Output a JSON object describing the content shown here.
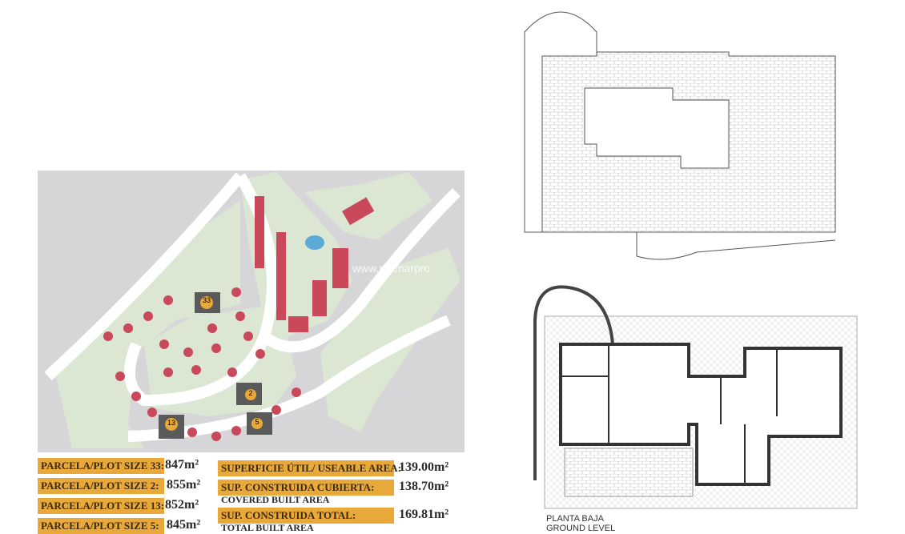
{
  "site_plan": {
    "plots": [
      "33",
      "2",
      "13",
      "5"
    ],
    "colors": {
      "green": "#dbe7d3",
      "grey": "#d6d6d8",
      "house": "#c9495a",
      "highlight": "#5a5a5a",
      "badge": "#e8a83a"
    },
    "watermark": "www.ritamarpro"
  },
  "plot_sizes": [
    {
      "label": "PARCELA/PLOT SIZE 33:",
      "value": "847m²"
    },
    {
      "label": "PARCELA/PLOT SIZE 2:",
      "value": "855m²"
    },
    {
      "label": "PARCELA/PLOT SIZE 13:",
      "value": "852m²"
    },
    {
      "label": "PARCELA/PLOT SIZE 5:",
      "value": "845m²"
    }
  ],
  "areas": [
    {
      "label": "SUPERFICIE ÚTIL/ USEABLE AREA:",
      "sub": "",
      "value": "139.00m²"
    },
    {
      "label": "SUP. CONSTRUIDA CUBIERTA:",
      "sub": "COVERED BUILT AREA",
      "value": "138.70m²"
    },
    {
      "label": "SUP. CONSTRUIDA TOTAL:",
      "sub": "TOTAL BUILT AREA",
      "value": "169.81m²"
    }
  ],
  "ground_floor": {
    "title_es": "PLANTA BAJA",
    "title_en": "GROUND LEVEL"
  }
}
